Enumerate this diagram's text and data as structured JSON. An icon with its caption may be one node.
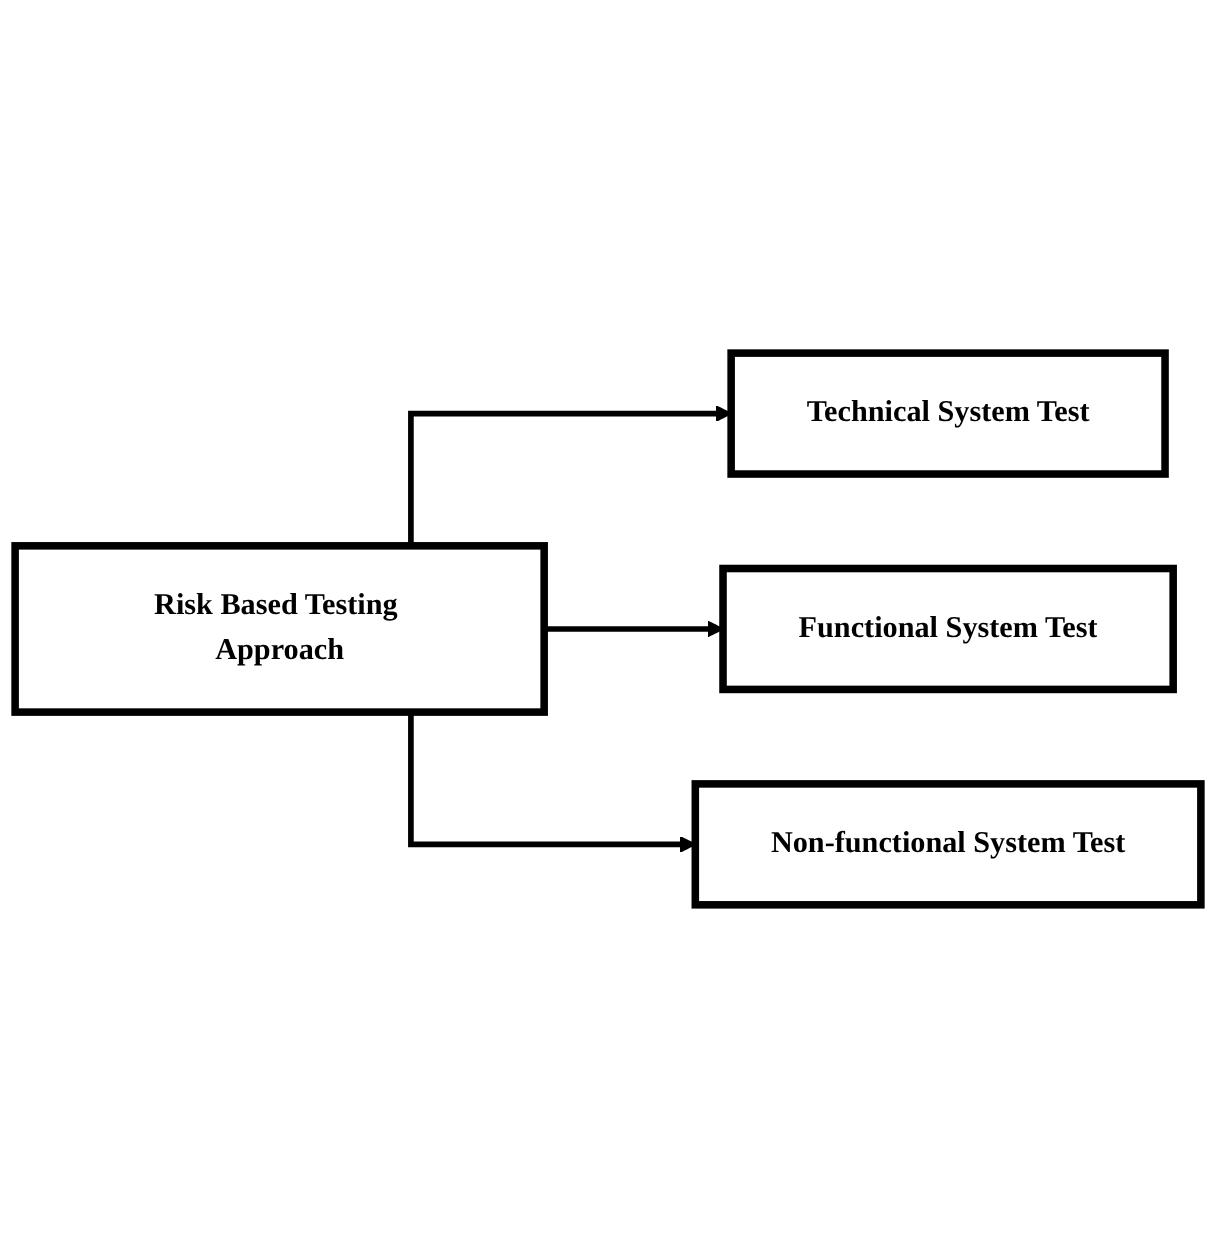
{
  "diagram": {
    "nodes": [
      {
        "text": [
          "Risk Based Testing Approach"
        ]
      },
      {
        "text": [
          "Technical System Test"
        ]
      },
      {
        "text": [
          "Functional System Test"
        ]
      },
      {
        "text": [
          "Non-functional System Test"
        ]
      }
    ],
    "edges": [
      {
        "from": 0,
        "to": 1,
        "arrow": "to"
      },
      {
        "from": 0,
        "to": 2,
        "arrow": "to"
      },
      {
        "from": 0,
        "to": 3,
        "arrow": "to"
      }
    ]
  }
}
